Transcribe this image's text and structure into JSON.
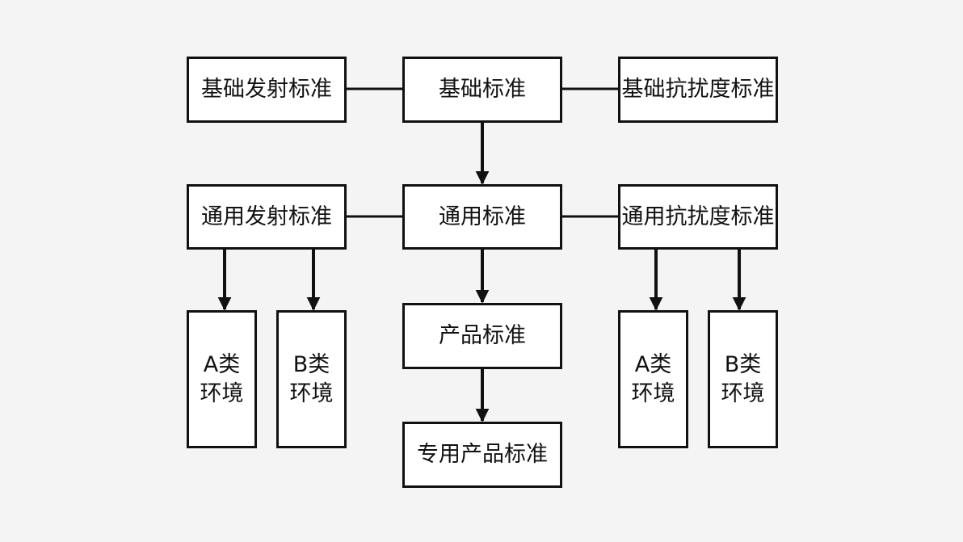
{
  "diagram": {
    "nodes": {
      "basic_emission": "基础发射标准",
      "basic": "基础标准",
      "basic_immunity": "基础抗扰度标准",
      "generic_emission": "通用发射标准",
      "generic": "通用标准",
      "generic_immunity": "通用抗扰度标准",
      "product": "产品标准",
      "dedicated_product": "专用产品标准",
      "left_a": {
        "line1": "A类",
        "line2": "环境"
      },
      "left_b": {
        "line1": "B类",
        "line2": "环境"
      },
      "right_a": {
        "line1": "A类",
        "line2": "环境"
      },
      "right_b": {
        "line1": "B类",
        "line2": "环境"
      }
    }
  }
}
